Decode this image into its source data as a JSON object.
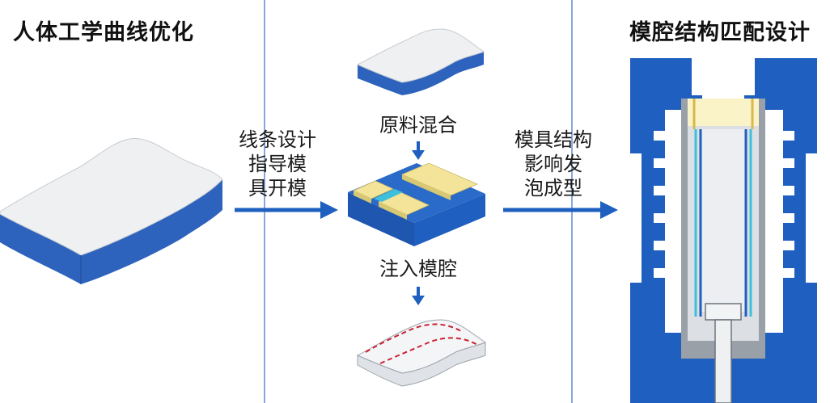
{
  "titles": {
    "left": "人体工学曲线优化",
    "right": "模腔结构匹配设计"
  },
  "arrow_labels": {
    "left": [
      "线条设计",
      "指导模",
      "具开模"
    ],
    "right": [
      "模具结构",
      "影响发",
      "泡成型"
    ]
  },
  "steps": {
    "mixing": "原料混合",
    "inject": "注入模腔"
  },
  "colors": {
    "blue": "#1f5fbf",
    "pad_top": "#eef0f2",
    "yellow": "#f3e49a",
    "cyan": "#3cc0dc",
    "divider": "#3a6fc4",
    "dash_red": "#cc2233"
  }
}
